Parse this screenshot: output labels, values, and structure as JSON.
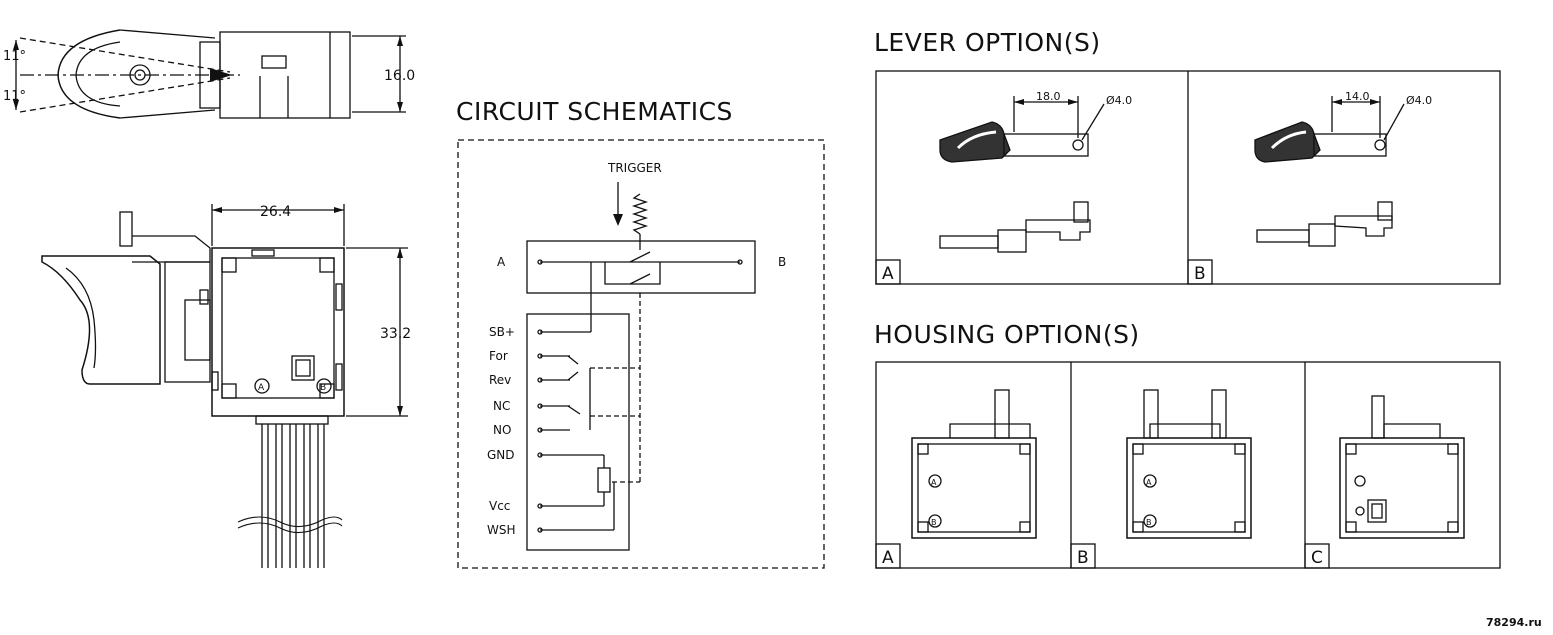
{
  "dims": {
    "angle_top": "11°",
    "angle_bottom": "11°",
    "height_top": "16.0",
    "width": "26.4",
    "height": "33.2"
  },
  "circuit": {
    "title": "CIRCUIT SCHEMATICS",
    "trigger": "TRIGGER",
    "node_a": "A",
    "node_b": "B",
    "pins": [
      "SB+",
      "For",
      "Rev",
      "NC",
      "NO",
      "GND",
      "Vcc",
      "WSH"
    ]
  },
  "lever": {
    "title": "LEVER OPTION(S)",
    "options": [
      {
        "letter": "A",
        "length": "18.0",
        "hole": "Ø4.0"
      },
      {
        "letter": "B",
        "length": "14.0",
        "hole": "Ø4.0"
      }
    ]
  },
  "housing": {
    "title": "HOUSING OPTION(S)",
    "options": [
      "A",
      "B",
      "C"
    ],
    "marks": {
      "a": "A",
      "b": "B"
    }
  },
  "watermark": "78294.ru"
}
